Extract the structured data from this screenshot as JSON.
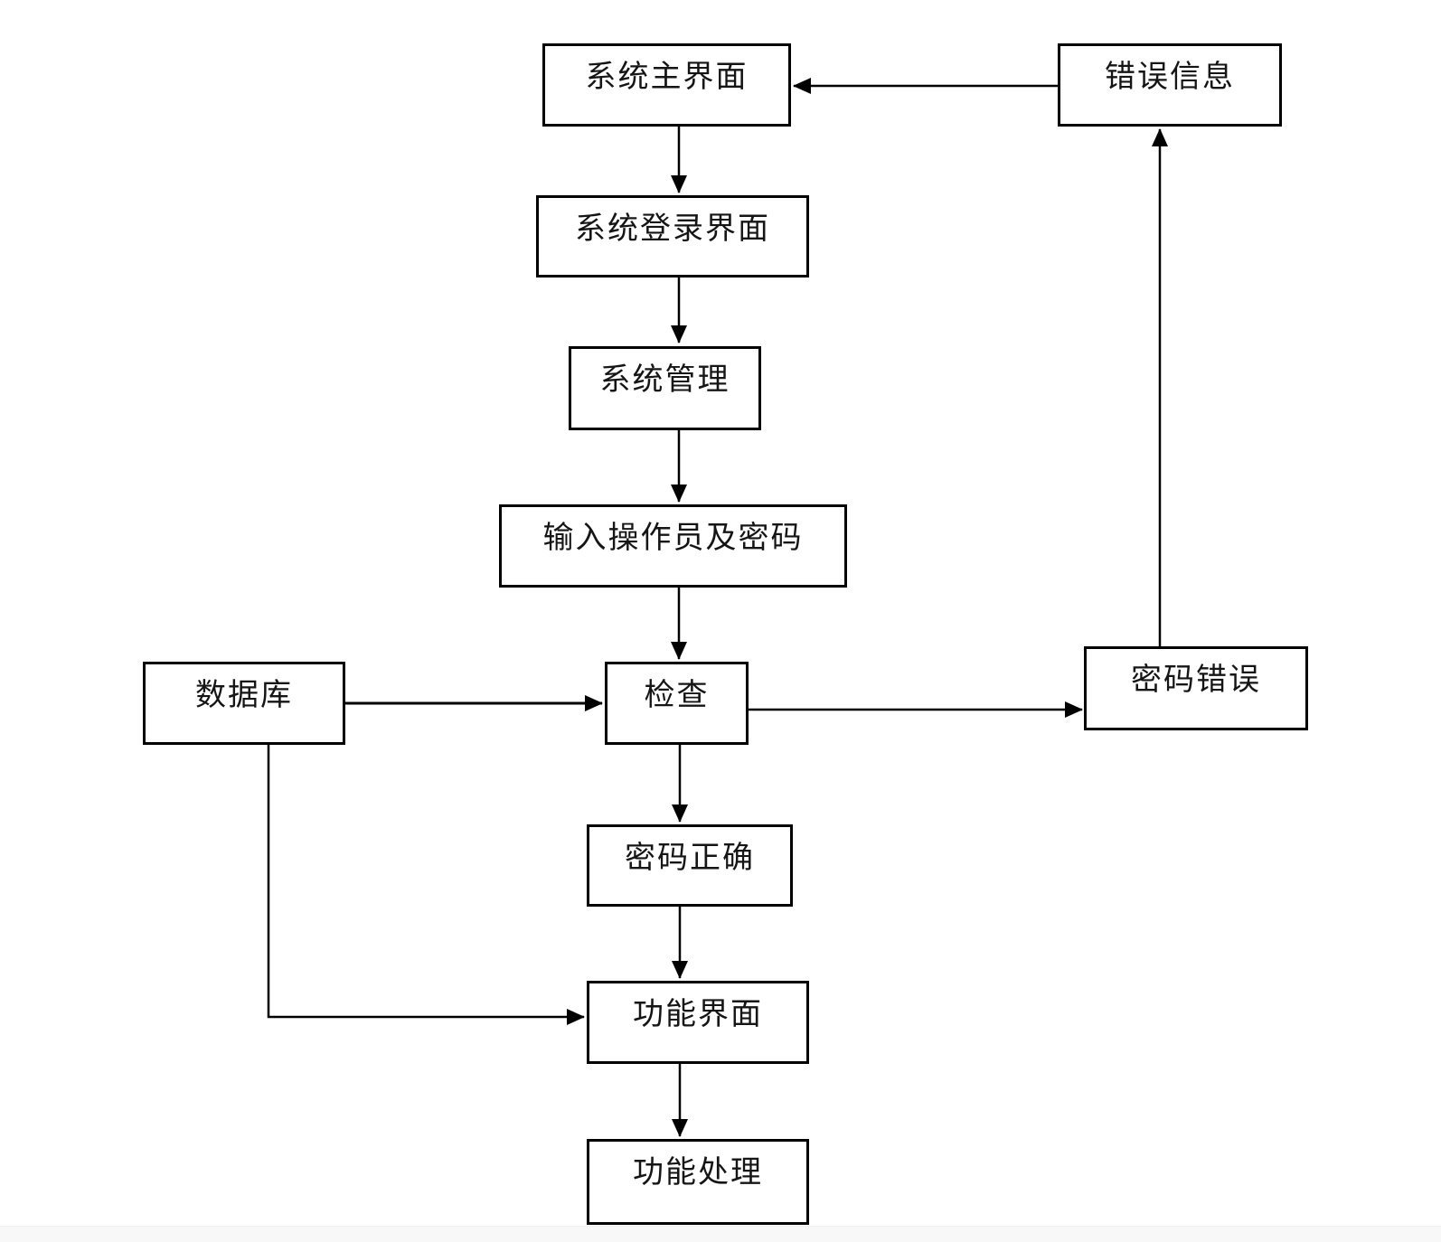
{
  "colors": {
    "line": "#000000",
    "node_border": "#000000",
    "background": "#ffffff"
  },
  "nodes": {
    "main": {
      "label": "系统主界面"
    },
    "login": {
      "label": "系统登录界面"
    },
    "manage": {
      "label": "系统管理"
    },
    "input": {
      "label": "输入操作员及密码"
    },
    "database": {
      "label": "数据库"
    },
    "check": {
      "label": "检查"
    },
    "password_wrong": {
      "label": "密码错误"
    },
    "error_info": {
      "label": "错误信息"
    },
    "password_correct": {
      "label": "密码正确"
    },
    "function_ui": {
      "label": "功能界面"
    },
    "function_process": {
      "label": "功能处理"
    }
  },
  "edges": [
    {
      "from": "错误信息",
      "to": "系统主界面"
    },
    {
      "from": "系统主界面",
      "to": "系统登录界面"
    },
    {
      "from": "系统登录界面",
      "to": "系统管理"
    },
    {
      "from": "系统管理",
      "to": "输入操作员及密码"
    },
    {
      "from": "输入操作员及密码",
      "to": "检查"
    },
    {
      "from": "数据库",
      "to": "检查"
    },
    {
      "from": "检查",
      "to": "密码错误"
    },
    {
      "from": "密码错误",
      "to": "错误信息"
    },
    {
      "from": "检查",
      "to": "密码正确"
    },
    {
      "from": "密码正确",
      "to": "功能界面"
    },
    {
      "from": "数据库",
      "to": "功能界面"
    },
    {
      "from": "功能界面",
      "to": "功能处理"
    }
  ]
}
